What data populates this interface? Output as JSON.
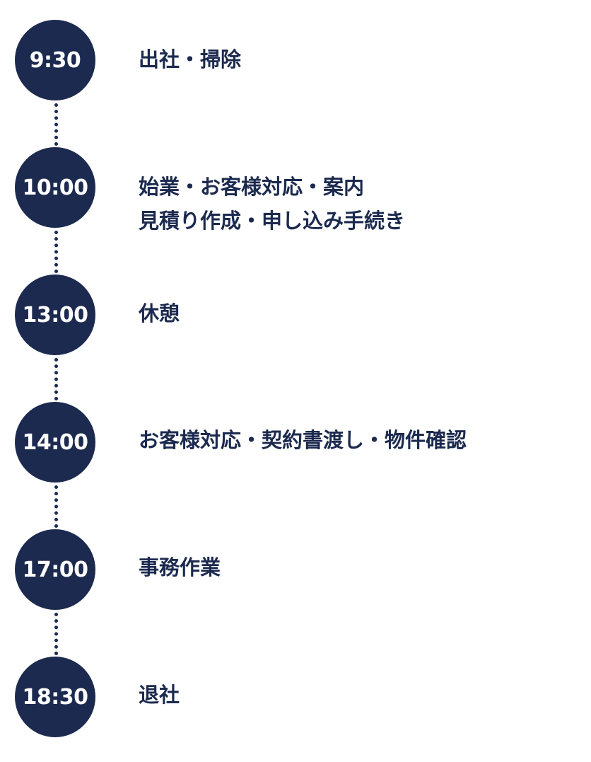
{
  "colors": {
    "circle": "#1c2a4f",
    "time_text": "#ffffff",
    "desc_text": "#1c2a4f"
  },
  "schedule": [
    {
      "time": "9:30",
      "lines": [
        "出社・掃除"
      ]
    },
    {
      "time": "10:00",
      "lines": [
        "始業・お客様対応・案内",
        "見積り作成・申し込み手続き"
      ]
    },
    {
      "time": "13:00",
      "lines": [
        "休憩"
      ]
    },
    {
      "time": "14:00",
      "lines": [
        "お客様対応・契約書渡し・物件確認"
      ]
    },
    {
      "time": "17:00",
      "lines": [
        "事務作業"
      ]
    },
    {
      "time": "18:30",
      "lines": [
        "退社"
      ]
    }
  ]
}
